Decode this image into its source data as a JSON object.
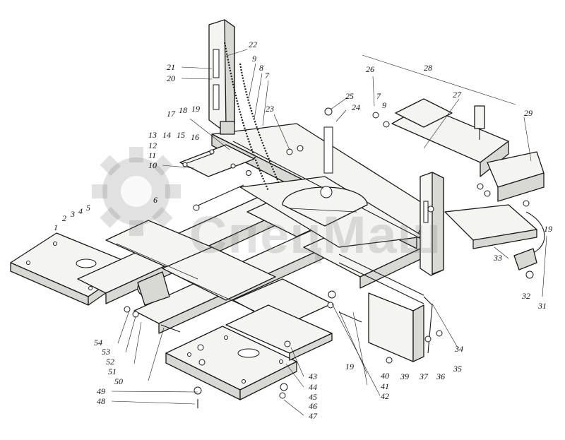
{
  "watermark": {
    "text": "СпецМаш",
    "color": "#8a8a8a"
  },
  "callouts": [
    {
      "id": "21a",
      "label": "21"
    },
    {
      "id": "20",
      "label": "20"
    },
    {
      "id": "22",
      "label": "22"
    },
    {
      "id": "9a",
      "label": "9"
    },
    {
      "id": "8",
      "label": "8"
    },
    {
      "id": "7a",
      "label": "7"
    },
    {
      "id": "26",
      "label": "26"
    },
    {
      "id": "28",
      "label": "28"
    },
    {
      "id": "25",
      "label": "25"
    },
    {
      "id": "7b",
      "label": "7"
    },
    {
      "id": "24",
      "label": "24"
    },
    {
      "id": "9b",
      "label": "9"
    },
    {
      "id": "27",
      "label": "27"
    },
    {
      "id": "29",
      "label": "29"
    },
    {
      "id": "23",
      "label": "23"
    },
    {
      "id": "17",
      "label": "17"
    },
    {
      "id": "18",
      "label": "18"
    },
    {
      "id": "19a",
      "label": "19"
    },
    {
      "id": "13",
      "label": "13"
    },
    {
      "id": "14",
      "label": "14"
    },
    {
      "id": "15",
      "label": "15"
    },
    {
      "id": "16",
      "label": "16"
    },
    {
      "id": "12",
      "label": "12"
    },
    {
      "id": "11",
      "label": "11"
    },
    {
      "id": "10",
      "label": "10"
    },
    {
      "id": "6",
      "label": "6"
    },
    {
      "id": "5",
      "label": "5"
    },
    {
      "id": "2",
      "label": "2"
    },
    {
      "id": "3",
      "label": "3"
    },
    {
      "id": "4",
      "label": "4"
    },
    {
      "id": "1",
      "label": "1"
    },
    {
      "id": "19b",
      "label": "19"
    },
    {
      "id": "33",
      "label": "33"
    },
    {
      "id": "32",
      "label": "32"
    },
    {
      "id": "31",
      "label": "31"
    },
    {
      "id": "34",
      "label": "34"
    },
    {
      "id": "35",
      "label": "35"
    },
    {
      "id": "36",
      "label": "36"
    },
    {
      "id": "37",
      "label": "37"
    },
    {
      "id": "39",
      "label": "39"
    },
    {
      "id": "40",
      "label": "40"
    },
    {
      "id": "41",
      "label": "41"
    },
    {
      "id": "42",
      "label": "42"
    },
    {
      "id": "19c",
      "label": "19"
    },
    {
      "id": "54",
      "label": "54"
    },
    {
      "id": "53",
      "label": "53"
    },
    {
      "id": "52",
      "label": "52"
    },
    {
      "id": "51",
      "label": "51"
    },
    {
      "id": "50",
      "label": "50"
    },
    {
      "id": "43",
      "label": "43"
    },
    {
      "id": "44",
      "label": "44"
    },
    {
      "id": "45",
      "label": "45"
    },
    {
      "id": "46",
      "label": "46"
    },
    {
      "id": "47",
      "label": "47"
    },
    {
      "id": "49",
      "label": "49"
    },
    {
      "id": "48",
      "label": "48"
    }
  ]
}
